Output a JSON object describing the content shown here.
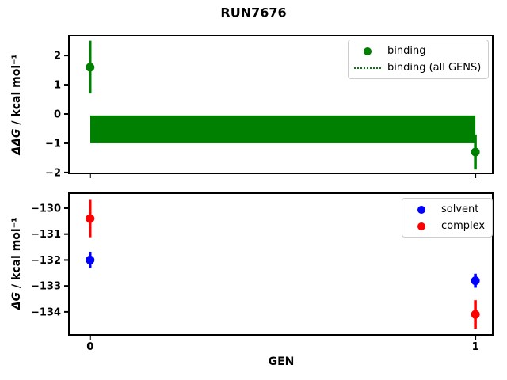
{
  "title": "RUN7676",
  "xlabel": "GEN",
  "colors": {
    "binding": "#008000",
    "solvent": "#0000ff",
    "complex": "#ff0000",
    "frame": "#000000",
    "legend_border": "#cccccc"
  },
  "chart_data": [
    {
      "type": "scatter",
      "title": "",
      "ylabel_math": "ΔΔG",
      "ylabel_rest": " / kcal mol⁻¹",
      "xlim": [
        -0.055,
        1.045
      ],
      "ylim": [
        -2.03,
        2.68
      ],
      "yticks": [
        2,
        1,
        0,
        -1,
        -2
      ],
      "xticks": [
        0,
        1
      ],
      "xtick_labels_visible": false,
      "grid": false,
      "legend_position": "upper right",
      "series": [
        {
          "name": "binding",
          "color_key": "binding",
          "marker": "circle",
          "x": [
            0,
            1
          ],
          "y": [
            1.6,
            -1.3
          ],
          "yerr": [
            0.9,
            0.6
          ]
        }
      ],
      "band": {
        "name": "binding (all GENS)",
        "color_key": "binding",
        "x": [
          0,
          1
        ],
        "y_lo": -1.0,
        "y_hi": -0.05
      },
      "legend": [
        {
          "label": "binding",
          "glyph": "dot",
          "color_key": "binding"
        },
        {
          "label": "binding (all GENS)",
          "glyph": "dotted-line",
          "color_key": "binding"
        }
      ]
    },
    {
      "type": "scatter",
      "title": "",
      "ylabel_math": "ΔG",
      "ylabel_rest": " / kcal mol⁻¹",
      "xlabel": "GEN",
      "xlim": [
        -0.055,
        1.045
      ],
      "ylim": [
        -134.89,
        -129.42
      ],
      "yticks": [
        -130,
        -131,
        -132,
        -133,
        -134
      ],
      "xticks": [
        0,
        1
      ],
      "xtick_labels_visible": true,
      "grid": false,
      "legend_position": "upper right",
      "series": [
        {
          "name": "solvent",
          "color_key": "solvent",
          "marker": "circle",
          "x": [
            0,
            1
          ],
          "y": [
            -132.0,
            -132.8
          ],
          "yerr": [
            0.32,
            0.27
          ]
        },
        {
          "name": "complex",
          "color_key": "complex",
          "marker": "circle",
          "x": [
            0,
            1
          ],
          "y": [
            -130.4,
            -134.1
          ],
          "yerr": [
            0.72,
            0.55
          ]
        }
      ],
      "legend": [
        {
          "label": "solvent",
          "glyph": "dot",
          "color_key": "solvent"
        },
        {
          "label": "complex",
          "glyph": "dot",
          "color_key": "complex"
        }
      ]
    }
  ]
}
